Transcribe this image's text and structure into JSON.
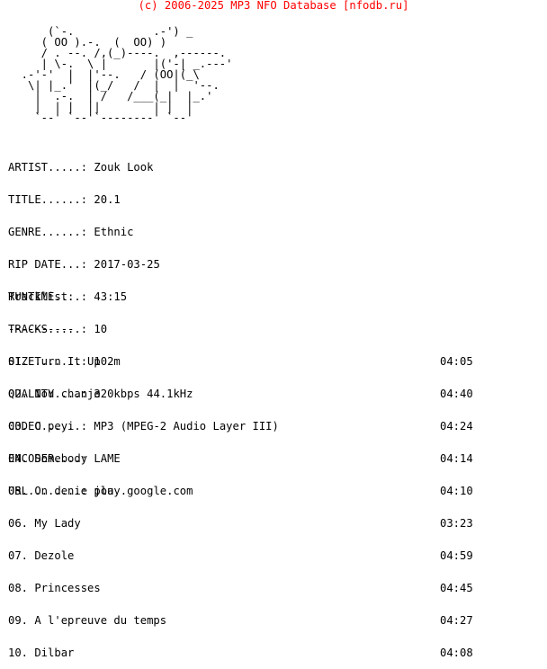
{
  "header": "(c) 2006-2025 MP3 NFO Database [nfodb.ru]",
  "ascii_art": "      (`-.            .-') _\n     ( OO ).-.  (  OO) )\n     / . --. /,(_)----.  ,------.\n     | \\-.  \\ |       |('-| _.---'\n  .-'-'  |  |'--.   / (OO|(_\\\n   \\| |_.'  |(_/   /  |  |  '--.\n    |  .-.  | /   /___(_|  |_.'\n    |  | |  ||        | |  |\n    `--' `--'`--------' `--'",
  "info": [
    {
      "label": "ARTIST.....:",
      "value": "Zouk Look"
    },
    {
      "label": "TITLE......:",
      "value": "20.1"
    },
    {
      "label": "GENRE......:",
      "value": "Ethnic"
    },
    {
      "label": "RIP DATE...:",
      "value": "2017-03-25"
    },
    {
      "label": "RUNTIME....:",
      "value": "43:15"
    },
    {
      "label": "TRACKS.....:",
      "value": "10"
    },
    {
      "label": "SIZE.......:",
      "value": "102m"
    },
    {
      "label": "QUALITY....:",
      "value": "320kbps 44.1kHz"
    },
    {
      "label": "CODEC......:",
      "value": "MP3 (MPEG-2 Audio Layer III)"
    },
    {
      "label": "ENCODER....:",
      "value": "LAME"
    },
    {
      "label": "URL........:",
      "value": "play.google.com"
    }
  ],
  "tracklist": {
    "heading": "Tracklist:",
    "rule": "----------",
    "tracks": [
      {
        "title": "01. Turn It Up",
        "duration": "04:05"
      },
      {
        "title": "02. Nou chanje",
        "duration": "04:40"
      },
      {
        "title": "03. O peyi",
        "duration": "04:24"
      },
      {
        "title": "04. Somebody",
        "duration": "04:14"
      },
      {
        "title": "05. On denie jou",
        "duration": "04:10"
      },
      {
        "title": "06. My Lady",
        "duration": "03:23"
      },
      {
        "title": "07. Dezole",
        "duration": "04:59"
      },
      {
        "title": "08. Princesses",
        "duration": "04:45"
      },
      {
        "title": "09. A l'epreuve du temps",
        "duration": "04:27"
      },
      {
        "title": "10. Dilbar",
        "duration": "04:08"
      }
    ]
  },
  "colors": {
    "header": "#ff0000",
    "text": "#000000",
    "background": "#ffffff"
  }
}
